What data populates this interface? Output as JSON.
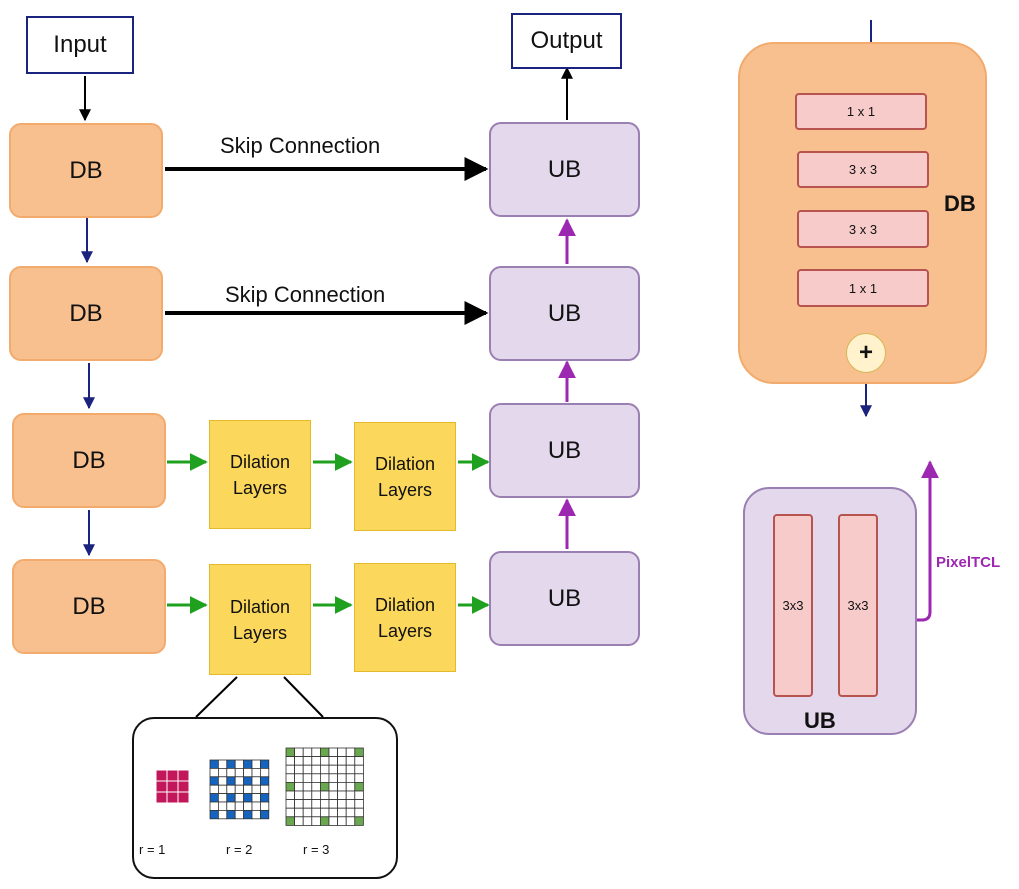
{
  "input_label": "Input",
  "output_label": "Output",
  "db_label": "DB",
  "ub_label": "UB",
  "skip_label": "Skip Connection",
  "dilation_label_1": "Dilation",
  "dilation_label_2": "Layers",
  "db_detail": {
    "title": "DB",
    "layers": [
      "1 x 1",
      "3 x 3",
      "3 x 3",
      "1 x 1"
    ],
    "sum_symbol": "+"
  },
  "ub_detail": {
    "title": "UB",
    "conv_a": "3x3",
    "conv_b": "3x3",
    "output_label": "PixelTCL"
  },
  "dilation_examples": {
    "r1": "r = 1",
    "r2": "r = 2",
    "r3": "r = 3"
  },
  "colors": {
    "down_arrow": "#1a237e",
    "skip_arrow": "#000000",
    "dilation_arrow": "#1fa01f",
    "up_arrow": "#9c27b0",
    "r1_cell": "#c2185b",
    "r2_cell": "#1565c0",
    "r3_cell": "#6aa84f"
  }
}
